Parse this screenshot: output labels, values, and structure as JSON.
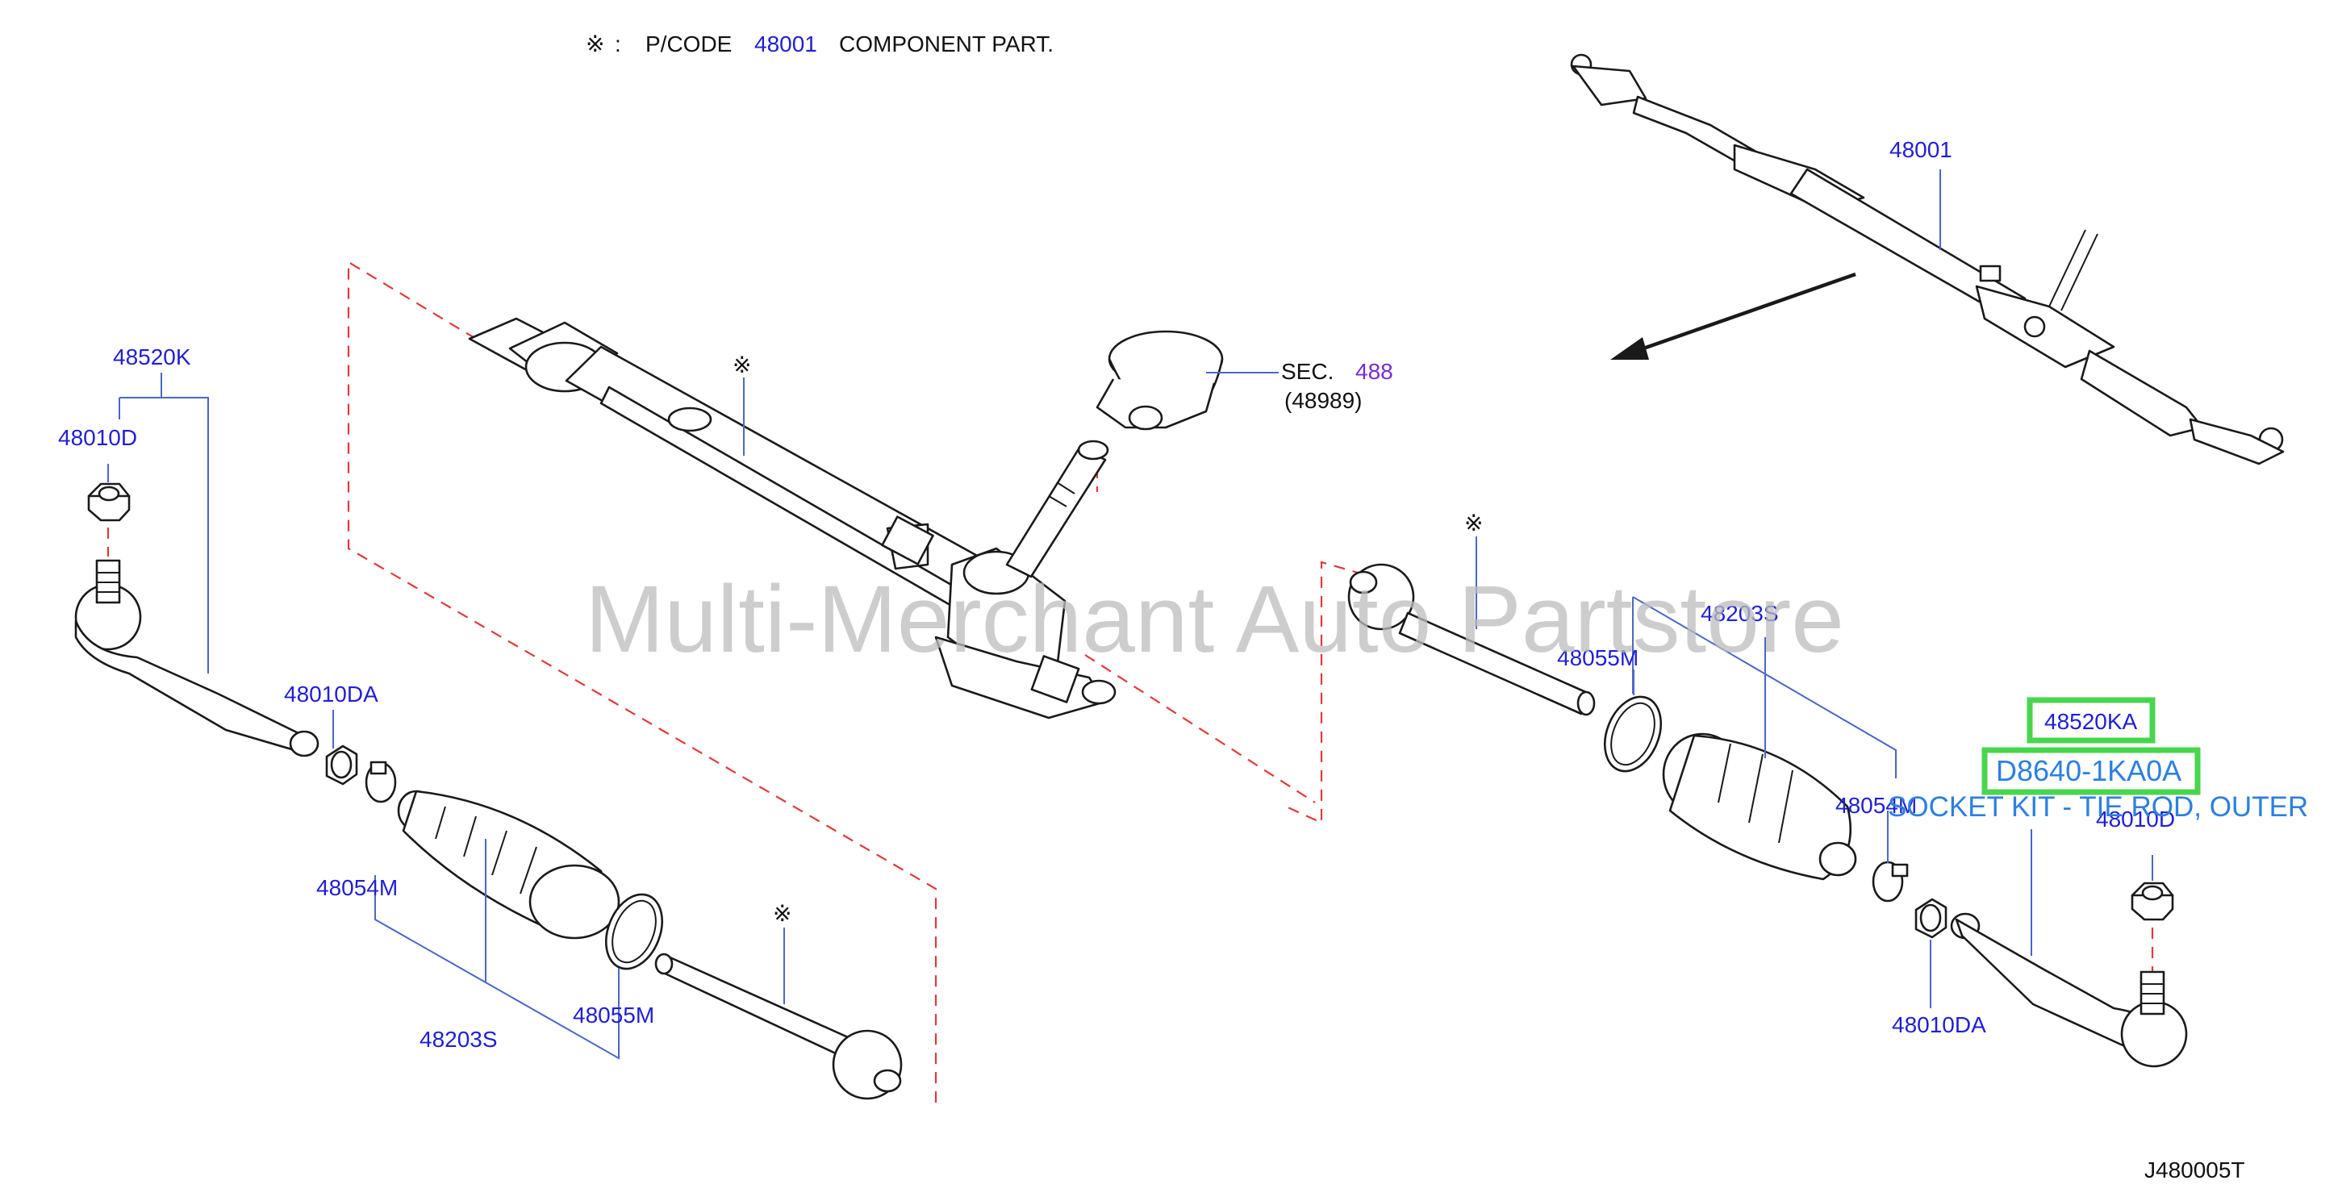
{
  "header": {
    "symbol": "※",
    "colon": ":",
    "pcode_label": "P/CODE",
    "pcode_value": "48001",
    "component_text": "COMPONENT   PART."
  },
  "watermark": "Multi-Merchant Auto Partstore",
  "drawing_code": "J480005T",
  "sec_ref": {
    "label": "SEC.",
    "number": "488",
    "sub": "(48989)"
  },
  "colors": {
    "label_blue": "#1f1fd6",
    "sec_purple": "#7a2bd1",
    "highlight_green": "#48d64d",
    "highlight_text": "#2d7fe0",
    "guide_red": "#e03a3a"
  },
  "labels": {
    "l_48520k": "48520K",
    "l_48010d_left": "48010D",
    "l_48010da_left": "48010DA",
    "l_48054m_left": "48054M",
    "l_48203s_left": "48203S",
    "l_48055m_left": "48055M",
    "l_48001": "48001",
    "l_48203s_right": "48203S",
    "l_48055m_right": "48055M",
    "l_48054m_right": "48054M",
    "l_48010d_right": "48010D",
    "l_48010da_right": "48010DA"
  },
  "markers": {
    "component": "※"
  },
  "highlight": {
    "part_number": "48520KA",
    "kit_code": "D8640-1KA0A",
    "kit_description": "SOCKET KIT - TIE ROD, OUTER"
  }
}
